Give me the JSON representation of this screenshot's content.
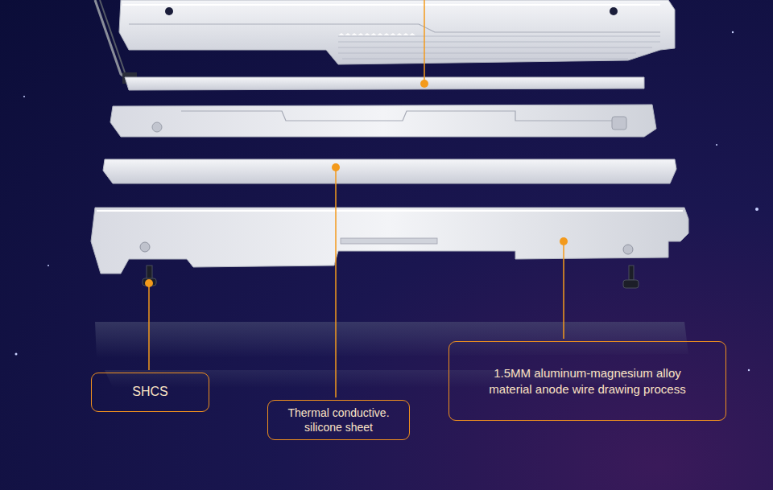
{
  "diagram": {
    "nodes": [
      {
        "text": [
          "SHCS"
        ]
      },
      {
        "text": [
          "Thermal conductive. silicone sheet"
        ]
      },
      {
        "text": [
          "1.5MM aluminum-magnesium alloy material anode wire drawing process"
        ]
      }
    ]
  }
}
